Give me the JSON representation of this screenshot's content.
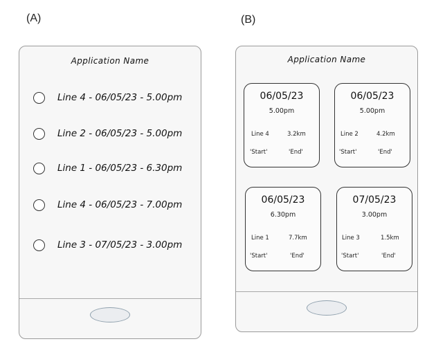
{
  "panel_a": {
    "label": "(A)",
    "app_title": "Application Name",
    "items": [
      {
        "text": "Line 4 - 06/05/23 - 5.00pm"
      },
      {
        "text": "Line 2 - 06/05/23 - 5.00pm"
      },
      {
        "text": "Line 1 - 06/05/23 - 6.30pm"
      },
      {
        "text": "Line 4 - 06/05/23 - 7.00pm"
      },
      {
        "text": "Line 3 - 07/05/23 - 3.00pm"
      }
    ]
  },
  "panel_b": {
    "label": "(B)",
    "app_title": "Application Name",
    "cards": [
      {
        "date": "06/05/23",
        "time": "5.00pm",
        "line": "Line 4",
        "distance": "3.2km",
        "start": "'Start'",
        "end": "'End'"
      },
      {
        "date": "06/05/23",
        "time": "5.00pm",
        "line": "Line 2",
        "distance": "4.2km",
        "start": "'Start'",
        "end": "'End'"
      },
      {
        "date": "06/05/23",
        "time": "6.30pm",
        "line": "Line 1",
        "distance": "7.7km",
        "start": "'Start'",
        "end": "'End'"
      },
      {
        "date": "07/05/23",
        "time": "3.00pm",
        "line": "Line 3",
        "distance": "1.5km",
        "start": "'Start'",
        "end": "'End'"
      }
    ]
  }
}
